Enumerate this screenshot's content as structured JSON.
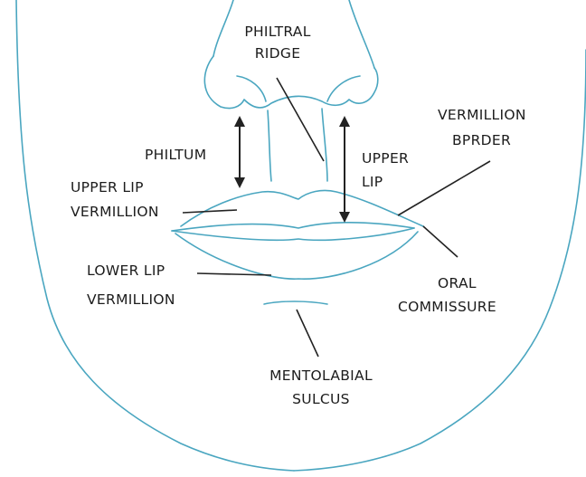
{
  "colors": {
    "outline": "#4aa6c0",
    "leader": "#222222",
    "text": "#1c1c1c",
    "background": "#ffffff"
  },
  "labels": {
    "philtral_ridge": [
      "PHILTRAL",
      "RIDGE"
    ],
    "philtum": "PHILTUM",
    "upper_lip_vermillion": [
      "UPPER LIP",
      "VERMILLION"
    ],
    "upper_lip": [
      "UPPER",
      "LIP"
    ],
    "vermillion_border": [
      "VERMILLION",
      "BPRDER"
    ],
    "lower_lip_vermillion": [
      "LOWER LIP",
      "VERMILLION"
    ],
    "oral_commissure": [
      "ORAL",
      "COMMISSURE"
    ],
    "mentolabial_sulcus": [
      "MENTOLABIAL",
      "SULCUS"
    ]
  }
}
